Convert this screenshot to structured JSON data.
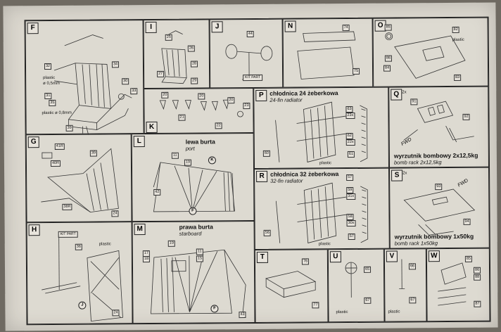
{
  "panels": {
    "F": {
      "letter": "F",
      "labels": {
        "plastic05_a": "plastic",
        "plastic05_b": "ø 0,5mm",
        "plastic08": "plastic ø 0,8mm"
      },
      "nums": [
        "32",
        "34",
        "30",
        "31",
        "33",
        "35",
        "39"
      ]
    },
    "I": {
      "letter": "I",
      "nums": [
        "25",
        "26",
        "27",
        "28",
        "29"
      ]
    },
    "J": {
      "letter": "J",
      "nums": [
        "44"
      ],
      "kit_part": "KIT PART"
    },
    "N": {
      "letter": "N",
      "nums": [
        "74",
        "75"
      ]
    },
    "O": {
      "letter": "O",
      "plastic": "plastic",
      "nums": [
        "85",
        "82",
        "86",
        "84",
        "83"
      ]
    },
    "K": {
      "letter": "K",
      "nums": [
        "20",
        "20",
        "20",
        "21",
        "22",
        "23"
      ]
    },
    "P": {
      "letter": "P",
      "title": "chłodnica 24 żeberkowa",
      "subtitle": "24-fin radiator",
      "plastic": "plastic",
      "nums": [
        "60",
        "63",
        "23x",
        "62",
        "22x",
        "61"
      ]
    },
    "Q": {
      "letter": "Q",
      "count": "2x",
      "title": "wyrzutnik bombowy 2x12,5kg",
      "subtitle": "bomb rack 2x12,5kg",
      "fwd": "FWD",
      "nums": [
        "91",
        "92"
      ]
    },
    "G": {
      "letter": "G",
      "nums": [
        "41R",
        "40R",
        "39",
        "38R",
        "24"
      ]
    },
    "L": {
      "letter": "L",
      "title": "lewa burta",
      "subtitle": "port",
      "nums": [
        "11",
        "19",
        "42"
      ],
      "circle_k": "K",
      "circle_f": "F"
    },
    "R": {
      "letter": "R",
      "title": "chłodnica 32 żeberkowa",
      "subtitle": "32-fin radiator",
      "plastic": "plastic",
      "nums": [
        "57",
        "59",
        "31x",
        "56",
        "58",
        "30x",
        "57"
      ]
    },
    "S": {
      "letter": "S",
      "count": "2x",
      "title": "wyrzutnik bombowy 1x50kg",
      "subtitle": "bomb rack 1x50kg",
      "fwd": "FWD",
      "nums": [
        "93",
        "94"
      ]
    },
    "H": {
      "letter": "H",
      "kit_part": "KIT PART",
      "plastic": "plastic",
      "nums": [
        "36",
        "24"
      ],
      "circle_j": "J"
    },
    "M": {
      "letter": "M",
      "title": "prawa burta",
      "subtitle": "starboard",
      "nums": [
        "19",
        "17",
        "18",
        "11",
        "15",
        "43"
      ],
      "circle_f": "F"
    },
    "T": {
      "letter": "T",
      "nums": [
        "76",
        "77"
      ]
    },
    "U": {
      "letter": "U",
      "plastic": "plastic",
      "nums": [
        "65",
        "67"
      ]
    },
    "V": {
      "letter": "V",
      "plastic": "plastic",
      "nums": [
        "66",
        "67"
      ]
    },
    "W": {
      "letter": "W",
      "nums": [
        "85",
        "86",
        "88",
        "87"
      ]
    }
  }
}
